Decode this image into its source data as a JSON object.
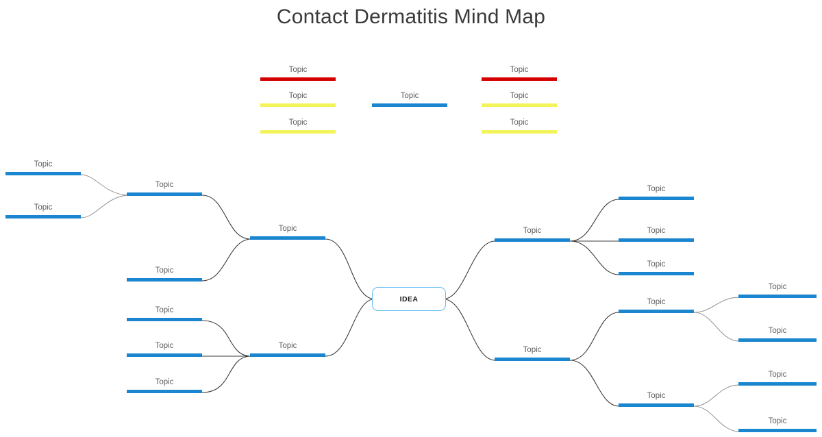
{
  "page": {
    "title": "Contact Dermatitis Mind Map",
    "background": "#ffffff"
  },
  "colors": {
    "bar_blue": "#1b86d0",
    "bar_red": "#d40000",
    "bar_yellow": "#f3f35c",
    "idea_border": "#62bdf3",
    "connector": "#3b3b3b",
    "connector_light": "#8a8a8a",
    "label_text": "#5d5d5d",
    "title_text": "#3a3a3a"
  },
  "center": {
    "label": "IDEA"
  },
  "legend": {
    "left_group": [
      {
        "label": "Topic",
        "color": "red"
      },
      {
        "label": "Topic",
        "color": "yellow"
      },
      {
        "label": "Topic",
        "color": "yellow"
      }
    ],
    "center_group": [
      {
        "label": "Topic",
        "color": "blue"
      }
    ],
    "right_group": [
      {
        "label": "Topic",
        "color": "red"
      },
      {
        "label": "Topic",
        "color": "yellow"
      },
      {
        "label": "Topic",
        "color": "yellow"
      }
    ]
  },
  "left_side": {
    "branch_1": {
      "label": "Topic",
      "children": [
        {
          "label": "Topic"
        },
        {
          "label": "Topic"
        }
      ],
      "sub_branch": {
        "label": "Topic",
        "children": [
          {
            "label": "Topic"
          },
          {
            "label": "Topic"
          }
        ]
      }
    },
    "branch_2": {
      "label": "Topic",
      "children": [
        {
          "label": "Topic"
        },
        {
          "label": "Topic"
        },
        {
          "label": "Topic"
        }
      ]
    }
  },
  "right_side": {
    "branch_1": {
      "label": "Topic",
      "children": [
        {
          "label": "Topic"
        },
        {
          "label": "Topic"
        },
        {
          "label": "Topic"
        }
      ]
    },
    "branch_2": {
      "label": "Topic",
      "children": [
        {
          "label": "Topic",
          "children": [
            {
              "label": "Topic"
            },
            {
              "label": "Topic"
            }
          ]
        },
        {
          "label": "Topic",
          "children": [
            {
              "label": "Topic"
            },
            {
              "label": "Topic"
            }
          ]
        }
      ]
    }
  }
}
